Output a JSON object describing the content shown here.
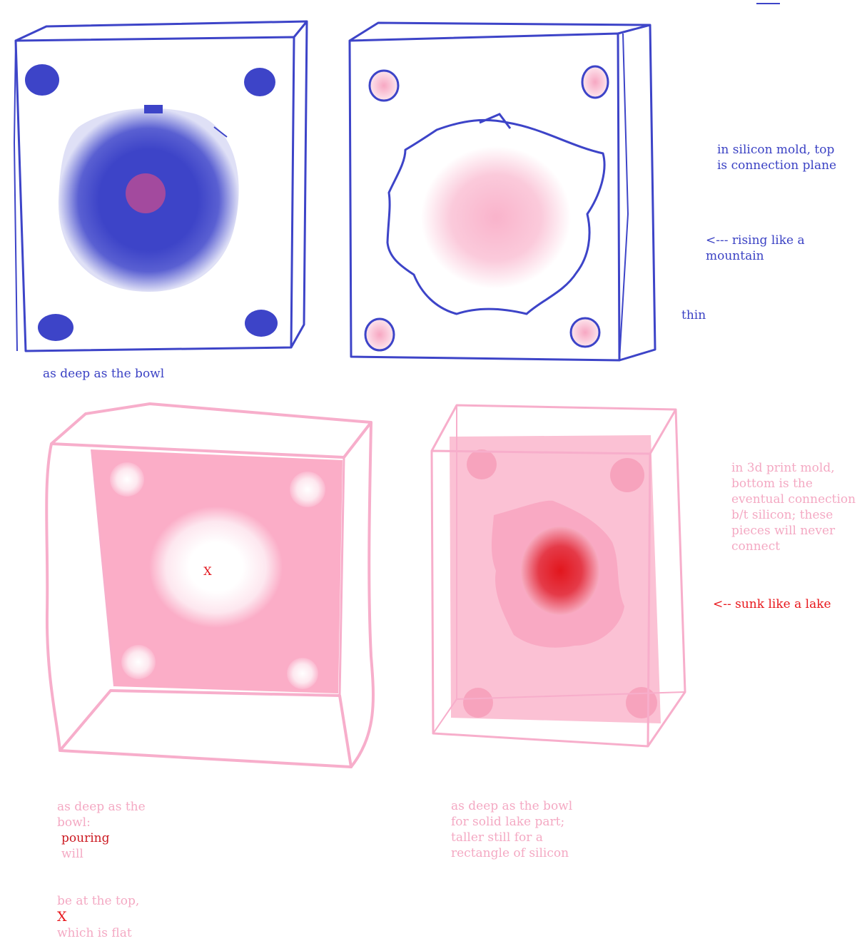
{
  "colors": {
    "blue": "#3d44c8",
    "blue_dark": "#2b32b8",
    "magenta": "#a34a9e",
    "pink_line": "#f7aecb",
    "pink_fill": "#fbadc7",
    "pink_light": "#fcd2e0",
    "red": "#e2161d",
    "dark_red": "#b2101a"
  },
  "silicon_mold": {
    "note_top": "in silicon mold, top\nis connection plane",
    "note_mountain": "<--- rising like a\nmountain",
    "note_thin": "thin",
    "note_bowl": "as deep as the bowl"
  },
  "print_mold": {
    "note_bottom_left_1": "as deep as the\nbowl:",
    "note_pouring": "pouring",
    "note_will": "will",
    "note_top_prefix": "be at the top,",
    "note_x_mark": "X",
    "note_flat": "which is flat",
    "center_mark": "X",
    "note_right": "as deep as the bowl\nfor solid lake part;\ntaller still for a\nrectangle of silicon",
    "note_print": "in 3d print mold,\nbottom is the\neventual connection\nb/t silicon; these\npieces will never\nconnect",
    "note_lake": "<-- sunk like a lake"
  }
}
